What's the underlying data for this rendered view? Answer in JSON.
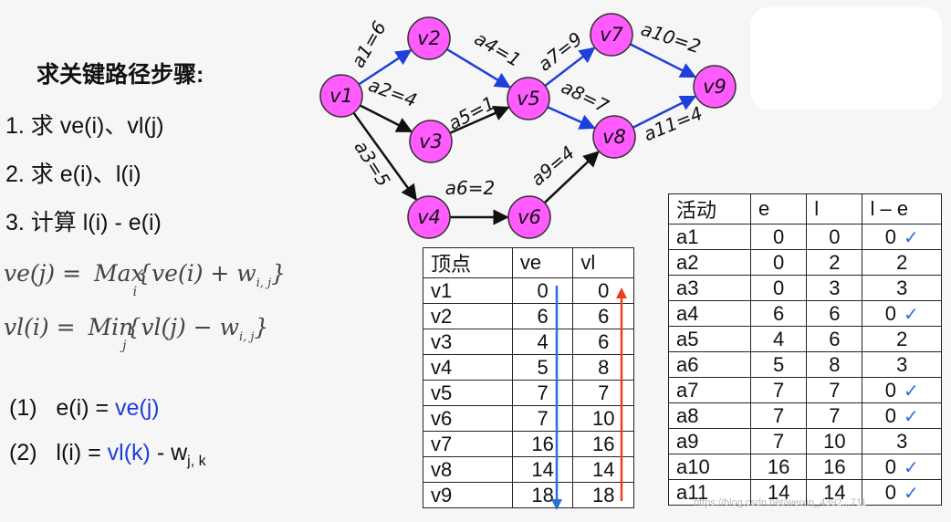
{
  "title": "求关键路径步骤:",
  "steps": [
    "1.  求 ve(i)、vl(j)",
    "2.  求 e(i)、l(i)",
    "3.  计算 l(i) - e(i)"
  ],
  "formula_ve": {
    "lhs": "ve(j)",
    "op": "Max",
    "op_sub": "i",
    "body": "{ve(i) + w",
    "sub": "i, j",
    "close": "}"
  },
  "formula_vl": {
    "lhs": "vl(i)",
    "op": "Min",
    "op_sub": "j",
    "body": "{vl(j) − w",
    "sub": "i, j",
    "close": "}"
  },
  "rule1": {
    "num": "(1)",
    "lhs": "e(i) =",
    "rhs": "ve(j)"
  },
  "rule2": {
    "num": "(2)",
    "lhs": "l(i) =",
    "rhs": "vl(k)",
    "tail": "- w",
    "sub": "j, k"
  },
  "graph": {
    "nodes": [
      "v1",
      "v2",
      "v3",
      "v4",
      "v5",
      "v6",
      "v7",
      "v8",
      "v9"
    ],
    "edges": [
      {
        "from": "v1",
        "to": "v2",
        "label": "a1=6",
        "critical": true
      },
      {
        "from": "v1",
        "to": "v3",
        "label": "a2=4",
        "critical": false
      },
      {
        "from": "v1",
        "to": "v4",
        "label": "a3=5",
        "critical": false
      },
      {
        "from": "v2",
        "to": "v5",
        "label": "a4=1",
        "critical": true
      },
      {
        "from": "v3",
        "to": "v5",
        "label": "a5=1",
        "critical": false
      },
      {
        "from": "v4",
        "to": "v6",
        "label": "a6=2",
        "critical": false
      },
      {
        "from": "v5",
        "to": "v7",
        "label": "a7=9",
        "critical": true
      },
      {
        "from": "v5",
        "to": "v8",
        "label": "a8=7",
        "critical": true
      },
      {
        "from": "v6",
        "to": "v8",
        "label": "a9=4",
        "critical": false
      },
      {
        "from": "v7",
        "to": "v9",
        "label": "a10=2",
        "critical": true
      },
      {
        "from": "v8",
        "to": "v9",
        "label": "a11=4",
        "critical": true
      }
    ],
    "colors": {
      "node_fill": "#ff5bff",
      "critical_edge": "#1f3fd8",
      "normal_edge": "#111111"
    }
  },
  "vertex_table": {
    "headers": [
      "顶点",
      "ve",
      "vl"
    ],
    "rows": [
      [
        "v1",
        "0",
        "0"
      ],
      [
        "v2",
        "6",
        "6"
      ],
      [
        "v3",
        "4",
        "6"
      ],
      [
        "v4",
        "5",
        "8"
      ],
      [
        "v5",
        "7",
        "7"
      ],
      [
        "v6",
        "7",
        "10"
      ],
      [
        "v7",
        "16",
        "16"
      ],
      [
        "v8",
        "14",
        "14"
      ],
      [
        "v9",
        "18",
        "18"
      ]
    ],
    "arrow_colors": {
      "ve": "#2a6fd6",
      "vl": "#e8401c"
    }
  },
  "activity_table": {
    "headers": [
      "活动",
      "e",
      "l",
      "l – e"
    ],
    "rows": [
      [
        "a1",
        "0",
        "0",
        "0",
        true
      ],
      [
        "a2",
        "0",
        "2",
        "2",
        false
      ],
      [
        "a3",
        "0",
        "3",
        "3",
        false
      ],
      [
        "a4",
        "6",
        "6",
        "0",
        true
      ],
      [
        "a5",
        "4",
        "6",
        "2",
        false
      ],
      [
        "a6",
        "5",
        "8",
        "3",
        false
      ],
      [
        "a7",
        "7",
        "7",
        "0",
        true
      ],
      [
        "a8",
        "7",
        "7",
        "0",
        true
      ],
      [
        "a9",
        "7",
        "10",
        "3",
        false
      ],
      [
        "a10",
        "16",
        "16",
        "0",
        true
      ],
      [
        "a11",
        "14",
        "14",
        "0",
        true
      ]
    ],
    "check_mark": "✓"
  },
  "watermark": "https://blog.csdn.net/weixin_4392...711"
}
